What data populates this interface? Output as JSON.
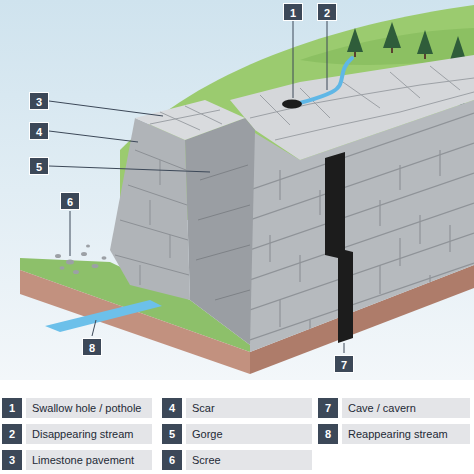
{
  "diagram": {
    "nodes": [
      {
        "text": [
          "1",
          "Swallow hole / pothole"
        ]
      },
      {
        "text": [
          "4",
          "Scar"
        ]
      },
      {
        "text": [
          "7",
          "Cave / cavern"
        ]
      },
      {
        "text": [
          "2",
          "Disappearing stream"
        ]
      },
      {
        "text": [
          "5",
          "Gorge"
        ]
      },
      {
        "text": [
          "8",
          "Reappearing stream"
        ]
      },
      {
        "text": [
          "3",
          "Limestone pavement"
        ]
      },
      {
        "text": [
          "6",
          "Scree"
        ]
      }
    ],
    "labels": [
      "1",
      "2",
      "3",
      "4",
      "5",
      "6",
      "7",
      "8"
    ]
  }
}
